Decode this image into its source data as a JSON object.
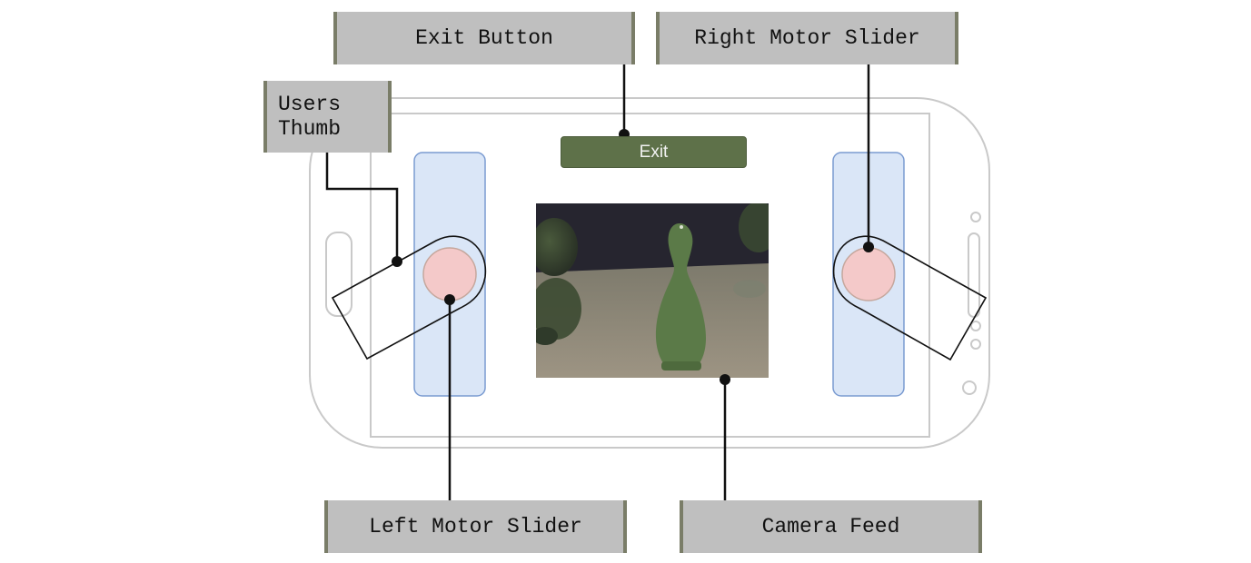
{
  "callouts": {
    "exit_button": "Exit Button",
    "right_motor_slider": "Right Motor Slider",
    "users_thumb": "Users\nThumb",
    "left_motor_slider": "Left Motor Slider",
    "camera_feed": "Camera Feed"
  },
  "app": {
    "exit_label": "Exit",
    "slider_knob_color": "#f4c9c9",
    "slider_track_color": "#dae6f7",
    "exit_button_color": "#5e7149"
  },
  "icons": {
    "thumb_outline": "thumb-icon",
    "phone_frame": "smartphone-icon"
  }
}
